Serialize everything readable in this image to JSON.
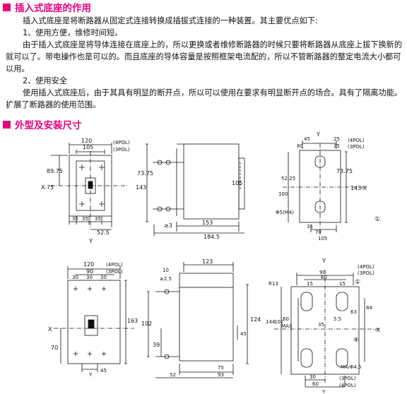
{
  "section1": {
    "title": "插入式底座的作用",
    "p1": "插入式底座是将断路器从固定式连接转换成插拔式连接的一种装置。其主要优点如下:",
    "p2": "1、使用方便，维修时间短。",
    "p3": "由于插入式底座是将导体连接在底座上的，所以更换或者维修断路器的时候只要将断路器从底座上拔下换新的就可以了。带电操作也是可以的。而且底座的导体容量是按照框架电流配的，所以不管断路器的整定电流大小都可以用。",
    "p4": "2、使用安全",
    "p5": "使用插入式底座后，由于其具有明显的断开点，所以可以使用在要求有明显断开点的场合。具有了隔离功能。扩展了断路器的使用范围。"
  },
  "section2": {
    "title": "外型及安装尺寸"
  },
  "drawings": {
    "d1": {
      "w1": "120",
      "pol4": "(4POL)",
      "w2": "105",
      "pol3": "(3POL)",
      "h1": "89.75",
      "x75": "X-75",
      "b1": "35",
      "b2": "35",
      "b3": "35",
      "b4": "52.5",
      "y": "Y"
    },
    "d2": {
      "h1": "73.75",
      "h2": "143",
      "h3": "105",
      "ge3": "≥3",
      "w1": "153",
      "w2": "184.5"
    },
    "d3": {
      "y": "Y",
      "t1": "45",
      "t2": "25",
      "pol4": "(4POL)",
      "t3": "80",
      "t4": "25",
      "pol3": "(3POL)",
      "h1": "73.75",
      "h2": "52.25",
      "h3": "100",
      "x143": "143-X",
      "phi": "Φ5(M4)",
      "b1": "35",
      "b2": "70",
      "b3": "105",
      "circ": "①"
    },
    "d4": {
      "w1": "120",
      "pol4": "(4POL)",
      "w2": "90",
      "pol3": "(3POL)",
      "a1": "30",
      "a2": "30",
      "a3": "30",
      "h1": "163",
      "x": "X",
      "h2": "70",
      "b1": "45",
      "y": "Y"
    },
    "d5": {
      "t1": "10",
      "t2": "≥2.5",
      "t3": "123",
      "h1": "102",
      "h2": "39",
      "h3": "124",
      "h4": "45",
      "b1": "75",
      "b2": "52",
      "b3": "93"
    },
    "d6": {
      "y": "Y",
      "t1": "90",
      "pol4": "(4POL)",
      "t2": "60",
      "pol3": "(3POL)",
      "r13": "R13",
      "t3": "15",
      "t4": "15",
      "circ1": "①",
      "h1": "144",
      "h2": "102",
      "h3": "60",
      "max": "MAX",
      "h4": "35",
      "h5": "63",
      "h6": "84",
      "h7": "5.5",
      "xr": "-X",
      "circ4": "④",
      "m4": "M4/Φ4.5",
      "b1": "30",
      "pol3b": "(3POL)",
      "b2": "60",
      "pol4b": "(4POL)",
      "yb": "Y"
    }
  }
}
